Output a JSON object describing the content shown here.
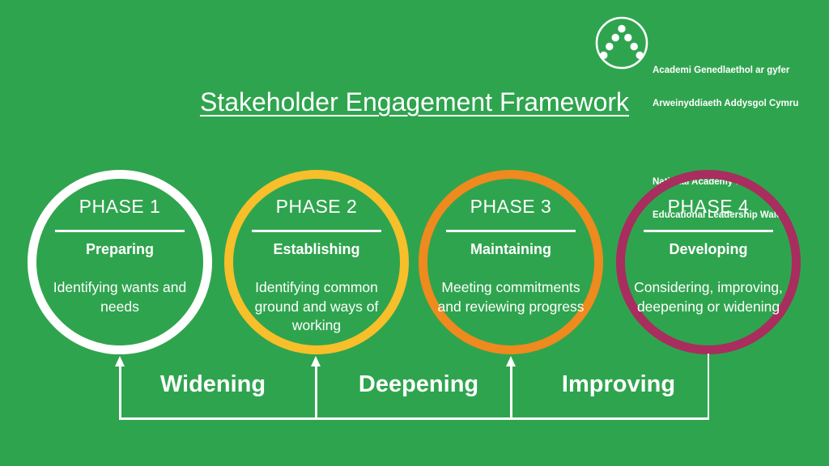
{
  "colors": {
    "background": "#2FA44E",
    "white_ring": "#FFFFFF",
    "yellow_ring": "#F7BF2A",
    "orange_ring": "#EE8A1E",
    "magenta_ring": "#A92D5E",
    "text": "#FFFFFF"
  },
  "icons": {
    "logo": "dot-triangle-circle-logo"
  },
  "logo": {
    "welsh_line1": "Academi Genedlaethol ar gyfer",
    "welsh_line2": "Arweinyddiaeth Addysgol Cymru",
    "english_line1": "National Academy for",
    "english_line2": "Educational Leadership Wales"
  },
  "title": "Stakeholder Engagement Framework",
  "phases": [
    {
      "label": "PHASE 1",
      "name": "Preparing",
      "description": "Identifying wants and\nneeds",
      "ring_color": "#FFFFFF"
    },
    {
      "label": "PHASE 2",
      "name": "Establishing",
      "description": "Identifying common\nground and ways of\nworking",
      "ring_color": "#F7BF2A"
    },
    {
      "label": "PHASE 3",
      "name": "Maintaining",
      "description": "Meeting commitments\nand reviewing progress",
      "ring_color": "#EE8A1E"
    },
    {
      "label": "PHASE 4",
      "name": "Developing",
      "description": "Considering, improving,\ndeepening or widening",
      "ring_color": "#A92D5E"
    }
  ],
  "timeline": {
    "labels": [
      "Widening",
      "Deepening",
      "Improving"
    ]
  }
}
